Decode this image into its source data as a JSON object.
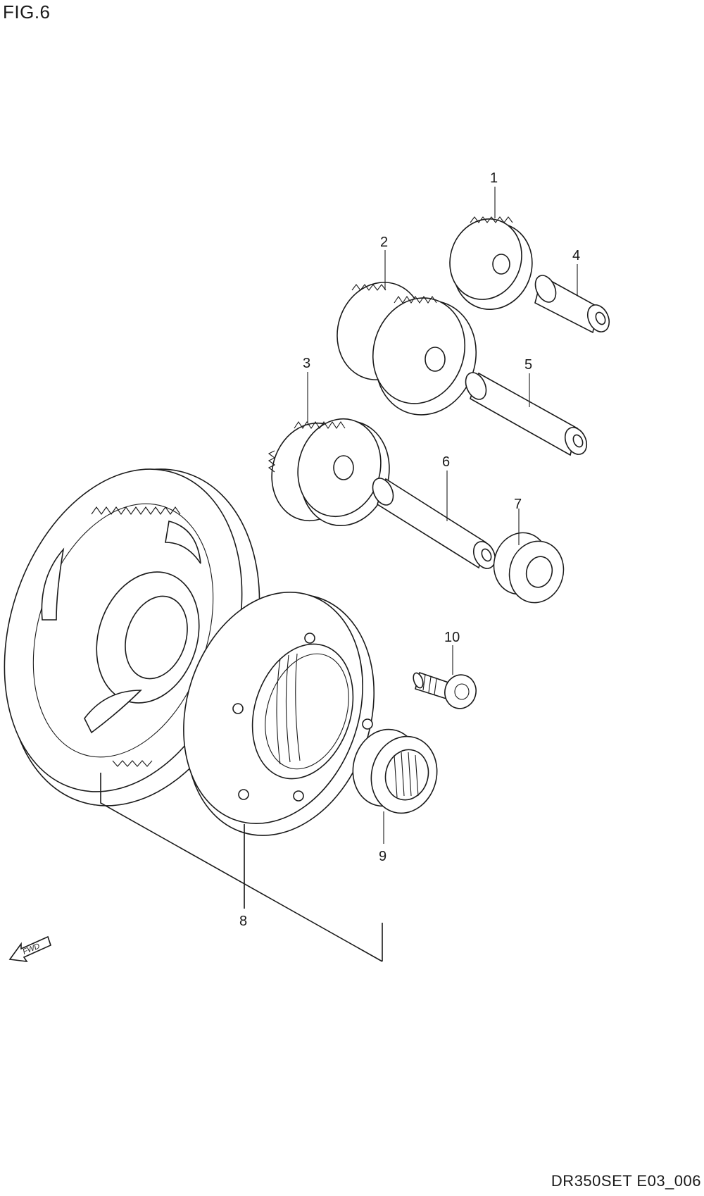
{
  "figure": {
    "title": "FIG.6",
    "code": "DR350SET E03_006"
  },
  "fwd_label": "FWD",
  "callouts": [
    {
      "id": "1",
      "label": "1"
    },
    {
      "id": "2",
      "label": "2"
    },
    {
      "id": "3",
      "label": "3"
    },
    {
      "id": "4",
      "label": "4"
    },
    {
      "id": "5",
      "label": "5"
    },
    {
      "id": "6",
      "label": "6"
    },
    {
      "id": "7",
      "label": "7"
    },
    {
      "id": "8",
      "label": "8"
    },
    {
      "id": "9",
      "label": "9"
    },
    {
      "id": "10",
      "label": "10"
    }
  ]
}
